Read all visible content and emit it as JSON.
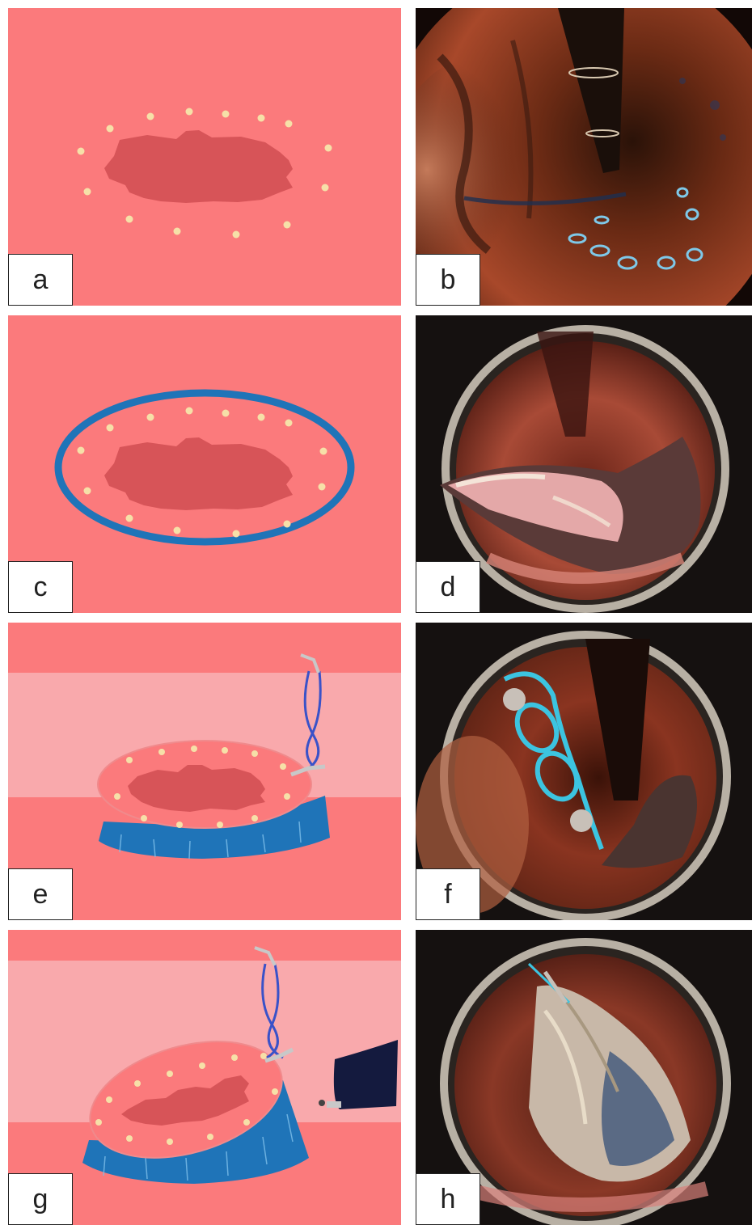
{
  "panels": [
    {
      "id": "a",
      "label": "a",
      "kind": "illustration"
    },
    {
      "id": "b",
      "label": "b",
      "kind": "endoscopic-photo"
    },
    {
      "id": "c",
      "label": "c",
      "kind": "illustration"
    },
    {
      "id": "d",
      "label": "d",
      "kind": "endoscopic-photo"
    },
    {
      "id": "e",
      "label": "e",
      "kind": "illustration"
    },
    {
      "id": "f",
      "label": "f",
      "kind": "endoscopic-photo"
    },
    {
      "id": "g",
      "label": "g",
      "kind": "illustration"
    },
    {
      "id": "h",
      "label": "h",
      "kind": "endoscopic-photo"
    }
  ],
  "colors": {
    "mucosa": "#fb7a7c",
    "mucosa_light": "#f9a9ac",
    "lesion": "#d75458",
    "marking_dot": "#f6e0a8",
    "incision_blue": "#1f74b8",
    "clip_line_blue": "#3a52c8",
    "clip_gray": "#c8c8c8",
    "scope_navy": "#141a3e",
    "photo_dark": "#120806"
  }
}
